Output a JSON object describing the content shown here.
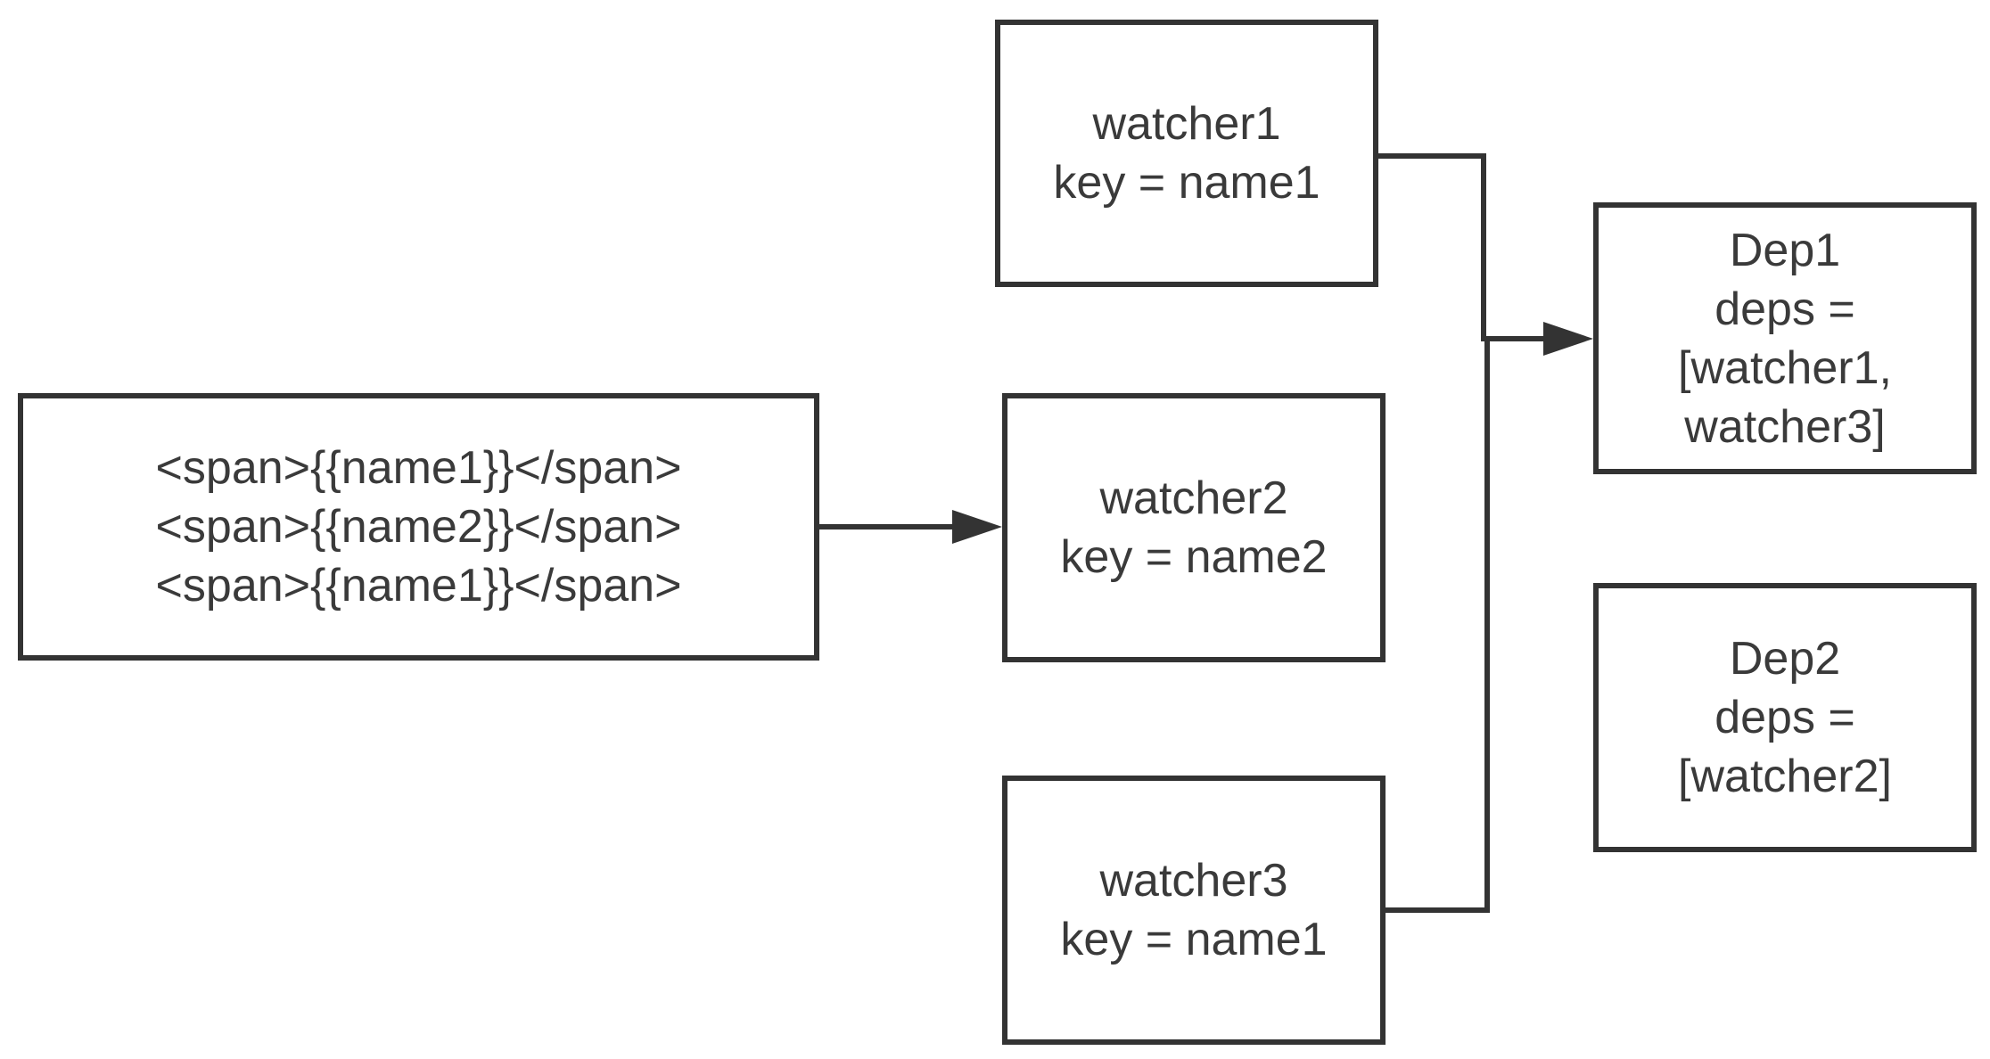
{
  "diagram": {
    "nodes": {
      "template": {
        "lines": [
          "<span>{{name1}}</span>",
          "<span>{{name2}}</span>",
          "<span>{{name1}}</span>"
        ]
      },
      "watcher1": {
        "lines": [
          "watcher1",
          "key = name1"
        ]
      },
      "watcher2": {
        "lines": [
          "watcher2",
          "key = name2"
        ]
      },
      "watcher3": {
        "lines": [
          "watcher3",
          "key = name1"
        ]
      },
      "dep1": {
        "lines": [
          "Dep1",
          "deps =",
          "[watcher1,",
          "watcher3]"
        ]
      },
      "dep2": {
        "lines": [
          "Dep2",
          "deps =",
          "[watcher2]"
        ]
      }
    },
    "edges": [
      {
        "from": "template",
        "to": "watcher2"
      },
      {
        "from": "watcher1",
        "to": "dep1"
      },
      {
        "from": "watcher3",
        "to": "dep1"
      }
    ]
  },
  "colors": {
    "stroke": "#333333",
    "text": "#3a3a3a",
    "background": "#ffffff"
  }
}
